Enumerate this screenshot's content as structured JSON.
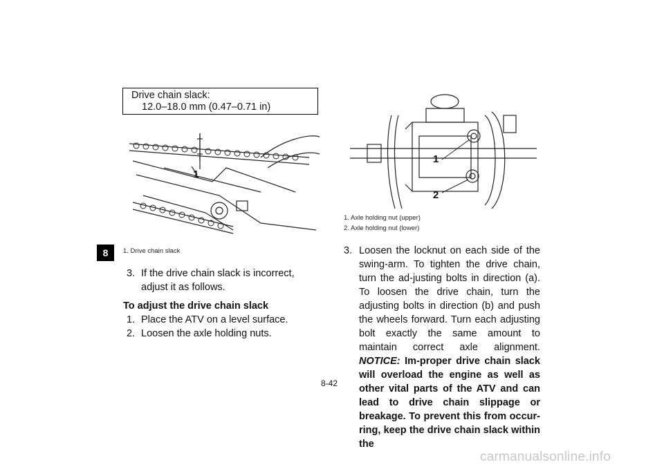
{
  "section_tab": "8",
  "spec_box": {
    "label": "Drive chain slack:",
    "value": "12.0–18.0 mm (0.47–0.71 in)"
  },
  "figure_left": {
    "callout": "1",
    "captions": [
      "1.  Drive chain slack"
    ]
  },
  "figure_right": {
    "callouts": [
      "1",
      "2"
    ],
    "captions": [
      "1.  Axle holding nut (upper)",
      "2.  Axle holding nut (lower)"
    ]
  },
  "left_column": {
    "step3_num": "3.",
    "step3_text": "If the drive chain slack is incorrect, adjust it as follows.",
    "heading": "To adjust the drive chain slack",
    "step1_num": "1.",
    "step1_text": "Place the ATV on a level surface.",
    "step2_num": "2.",
    "step2_text": "Loosen the axle holding nuts."
  },
  "right_column": {
    "step_num": "3.",
    "text": "Loosen the locknut on each side of the swing-arm. To tighten the drive chain, turn the ad-justing bolts in direction (a). To loosen the drive chain, turn the adjusting bolts in direction (b) and push the wheels forward. Turn each adjusting bolt exactly the same amount to maintain correct axle alignment. ",
    "notice_label": "NOTICE:",
    "notice_text": " Im-proper drive chain slack will overload the engine as well as other vital parts of the ATV and can lead to drive chain slippage or breakage. To prevent this from occur-ring, keep the drive chain slack within the"
  },
  "page_number": "8-42",
  "watermark": "carmanualsonline.info"
}
